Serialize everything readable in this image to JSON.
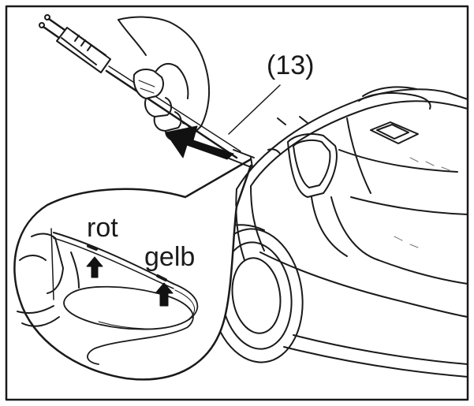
{
  "figure": {
    "callouts": {
      "part_number": "(13)",
      "red_marker": "rot",
      "yellow_marker": "gelb"
    },
    "icons": [
      "mains-plug-icon",
      "hand-icon",
      "pull-direction-arrow-icon",
      "up-arrow-icon",
      "vacuum-cleaner-icon",
      "power-cord-icon"
    ],
    "colors": {
      "line": "#1a1a1a",
      "background": "#ffffff"
    }
  }
}
